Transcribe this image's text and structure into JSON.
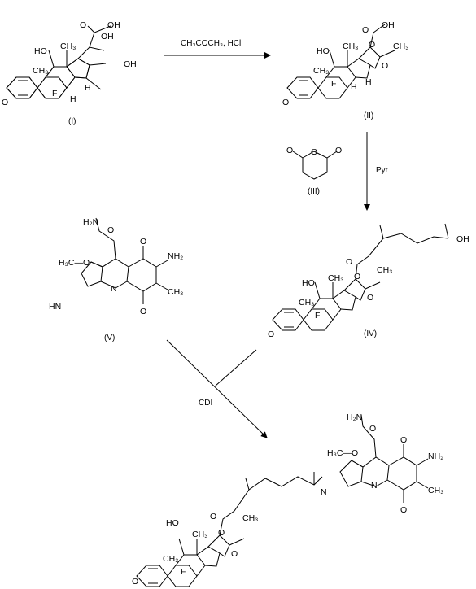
{
  "reaction_1": {
    "reagent": "CH₃COCH₃, HCl",
    "from": "(I)",
    "to": "(II)"
  },
  "reaction_2": {
    "reagent": "Pyr",
    "co_reactant": "(III)",
    "product": "(IV)"
  },
  "reaction_3": {
    "reagent": "CDI",
    "reactant_a": "(V)",
    "reactant_b": "(IV)"
  },
  "atoms": {
    "OH": "OH",
    "HO": "HO",
    "O": "O",
    "H": "H",
    "F": "F",
    "CH3": "CH₃",
    "H2N": "H₂N",
    "NH2": "NH₂",
    "HN": "HN",
    "N": "N",
    "OCH3": "H₃C—O"
  }
}
